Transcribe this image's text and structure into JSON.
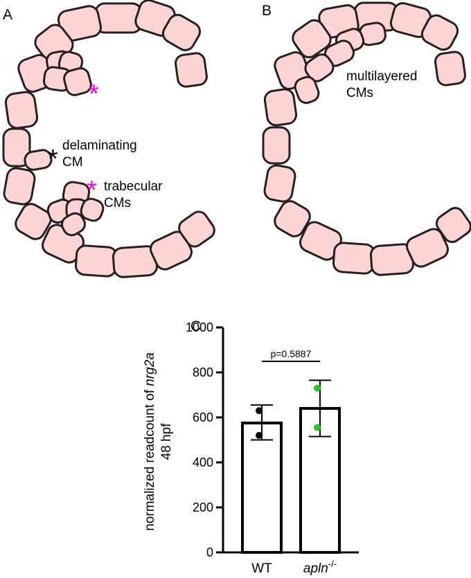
{
  "panels": {
    "a": {
      "letter": "A",
      "label_delaminating_1": "delaminating",
      "label_delaminating_2": "CM",
      "label_trabecular_1": "trabecular",
      "label_trabecular_2": "CMs",
      "asterisk": "*"
    },
    "b": {
      "letter": "B",
      "label_multi_1": "multilayered",
      "label_multi_2": "CMs"
    },
    "c": {
      "letter": "C"
    }
  },
  "colors": {
    "cell_fill": "#fcd4d3",
    "cell_stroke": "#231f20",
    "asterisk_magenta": "#ff00ff",
    "asterisk_black": "#000000",
    "wt_points": "#000000",
    "mutant_points": "#22cc22"
  },
  "chart_data": {
    "type": "bar",
    "categories": [
      "WT",
      "apln-/-"
    ],
    "category_labels": [
      {
        "main": "WT",
        "sup": ""
      },
      {
        "main": "apln",
        "sup": "-/-"
      }
    ],
    "values": [
      575,
      640
    ],
    "error": [
      [
        500,
        655
      ],
      [
        515,
        765
      ]
    ],
    "points": [
      [
        630,
        520
      ],
      [
        730,
        555
      ]
    ],
    "point_colors": [
      "#000000",
      "#22cc22"
    ],
    "ylabel_parts": [
      "normalized readcount of ",
      "nrg2a",
      "48 hpf"
    ],
    "ylim": [
      0,
      1000
    ],
    "yticks": [
      0,
      200,
      400,
      600,
      800,
      1000
    ],
    "annotation": "p=0.5887",
    "grid": false
  }
}
